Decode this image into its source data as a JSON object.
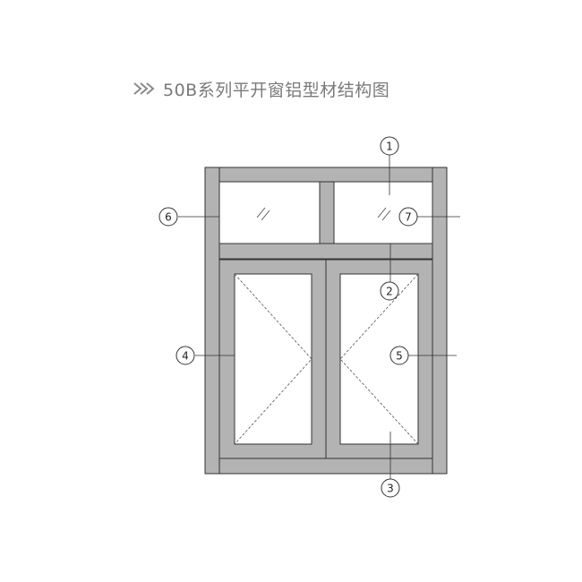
{
  "title": {
    "text": "50B系列平开窗铝型材结构图",
    "arrow_icon": "double-chevron-right-icon"
  },
  "colors": {
    "frame": "#b3b3b3",
    "stroke": "#333333",
    "glass": "#ffffff",
    "title": "#7a7a7a"
  },
  "callouts": [
    {
      "id": "1",
      "label": "1"
    },
    {
      "id": "2",
      "label": "2"
    },
    {
      "id": "3",
      "label": "3"
    },
    {
      "id": "4",
      "label": "4"
    },
    {
      "id": "5",
      "label": "5"
    },
    {
      "id": "6",
      "label": "6"
    },
    {
      "id": "7",
      "label": "7"
    }
  ]
}
